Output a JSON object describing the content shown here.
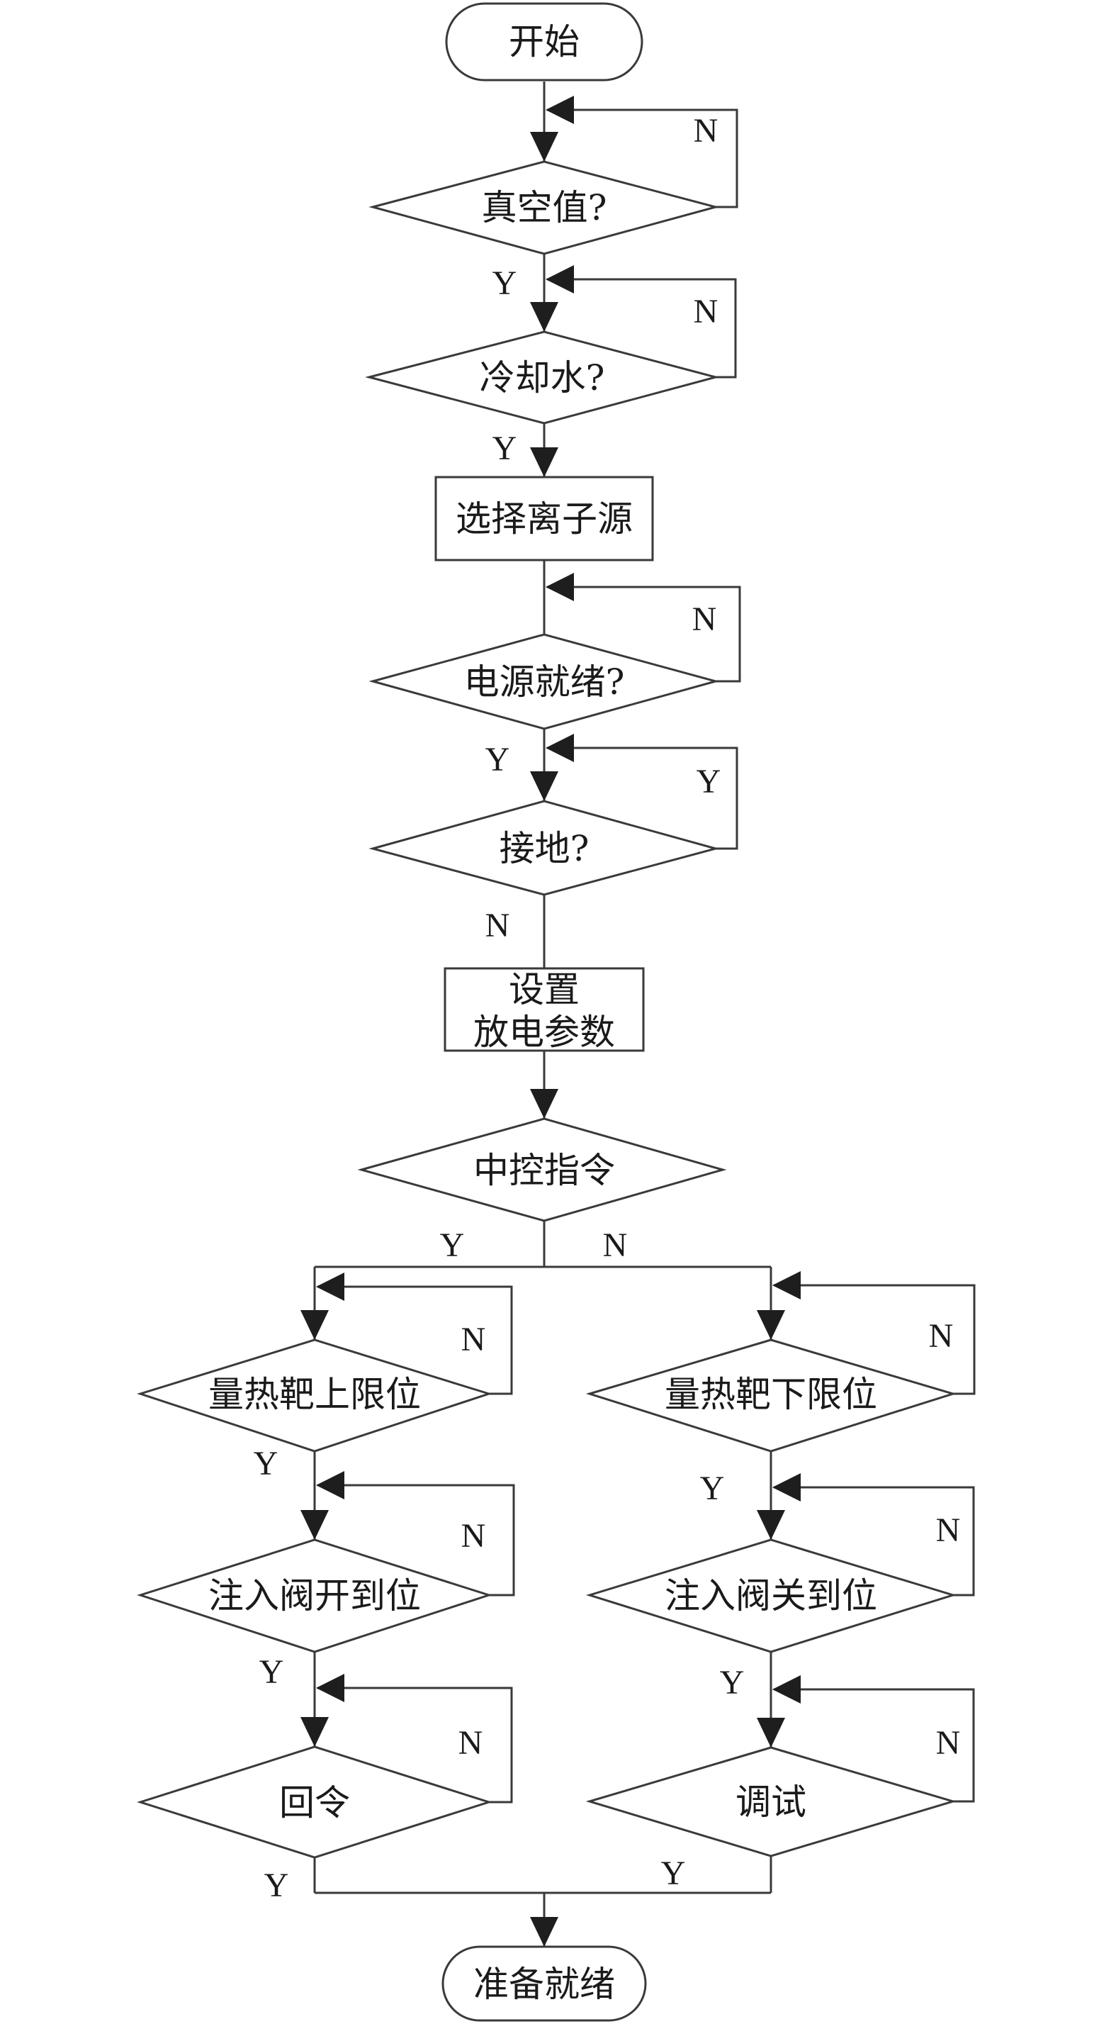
{
  "flowchart": {
    "start": "开始",
    "vacuum": "真空值?",
    "cooling_water": "冷却水?",
    "select_ion_source": "选择离子源",
    "power_ready": "电源就绪?",
    "grounding": "接地?",
    "set_discharge_line1": "设置",
    "set_discharge_line2": "放电参数",
    "central_control": "中控指令",
    "calorimeter_upper": "量热靶上限位",
    "calorimeter_lower": "量热靶下限位",
    "valve_open": "注入阀开到位",
    "valve_close": "注入阀关到位",
    "return_command": "回令",
    "debug": "调试",
    "end": "准备就绪"
  },
  "labels": {
    "yes": "Y",
    "no": "N"
  }
}
